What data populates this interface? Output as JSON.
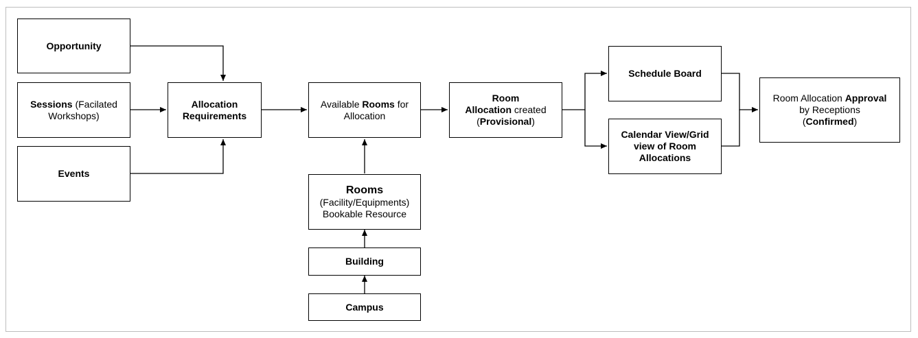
{
  "nodes": {
    "opportunity": {
      "title": "Opportunity"
    },
    "sessions": {
      "bold": "Sessions",
      "rest1": " (Facilated",
      "rest2": "Workshops)"
    },
    "events": {
      "title": "Events"
    },
    "allocation_requirements": {
      "line1": "Allocation",
      "line2": "Requirements"
    },
    "available_rooms": {
      "pre": "Available ",
      "bold": "Rooms",
      "post": " for",
      "line2": "Allocation"
    },
    "room_allocation_created": {
      "line1": "Room",
      "line2_bold": "Allocation",
      "line2_rest": " created",
      "line3_open": "(",
      "line3_bold": "Provisional",
      "line3_close": ")"
    },
    "rooms": {
      "title": "Rooms",
      "line2": "(Facility/Equipments)",
      "line3": "Bookable Resource"
    },
    "building": {
      "title": "Building"
    },
    "campus": {
      "title": "Campus"
    },
    "schedule_board": {
      "title": "Schedule Board"
    },
    "calendar_view": {
      "line1": "Calendar View/Grid",
      "line2": "view of Room",
      "line3": "Allocations"
    },
    "approval": {
      "line1_pre": "Room Allocation ",
      "line1_bold": "Approval",
      "line2": "by Receptions",
      "line3_open": "(",
      "line3_bold": "Confirmed",
      "line3_close": ")"
    }
  }
}
